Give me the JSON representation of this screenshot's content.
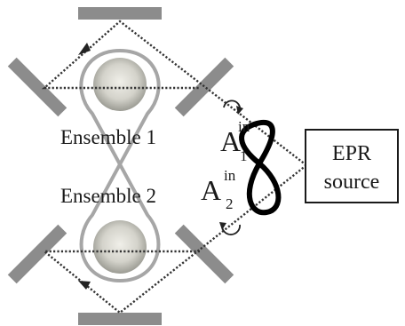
{
  "labels": {
    "ensemble1": "Ensemble 1",
    "ensemble2": "Ensemble 2",
    "epr_line1": "EPR",
    "epr_line2": "source",
    "a1_base": "A",
    "a1_sup": "in",
    "a1_sub": "1",
    "a2_base": "A",
    "a2_sup": "in",
    "a2_sub": "2"
  },
  "colors": {
    "mirror": "#8c8c8c",
    "loop": "#a6a6a6",
    "beam": "#333333",
    "entangle": "#000000",
    "atom_center": "#f0efe9",
    "atom_edge": "#9b9b93"
  },
  "icons": {
    "entanglement": "figure-eight-icon",
    "rotation": "curved-arrow-icon",
    "direction": "arrowhead-icon"
  }
}
